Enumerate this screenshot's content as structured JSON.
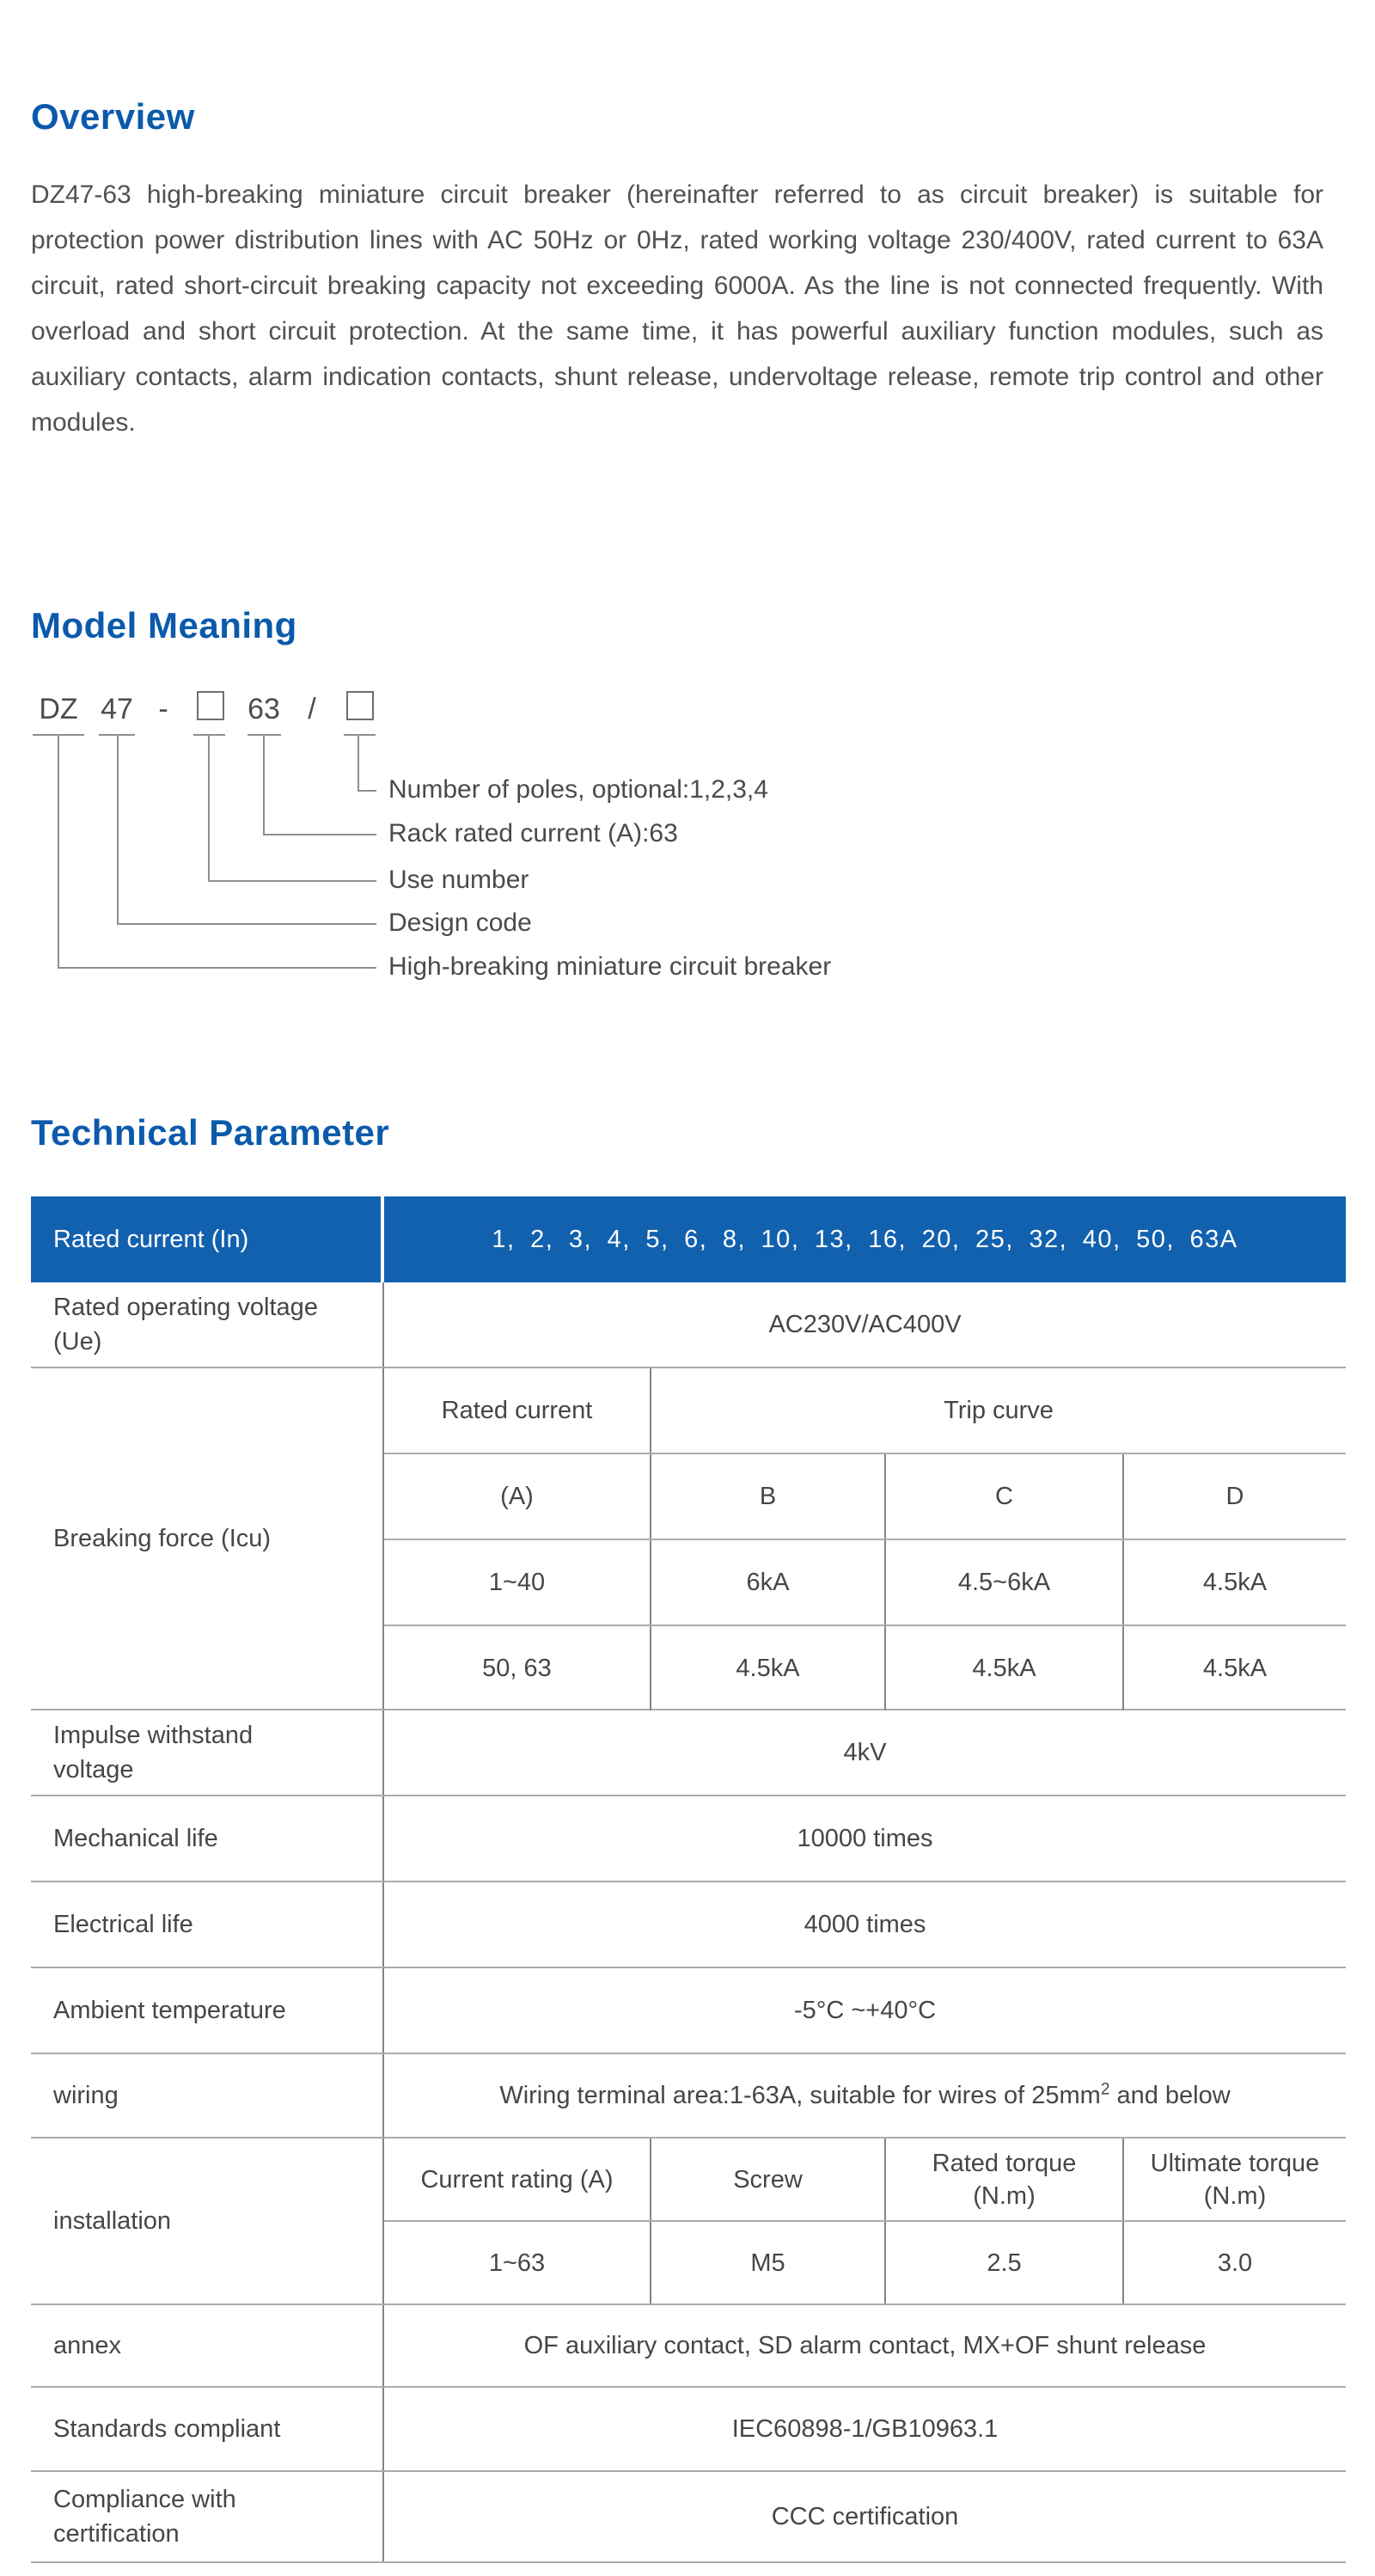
{
  "overview": {
    "heading": "Overview",
    "body": "DZ47-63 high-breaking miniature circuit breaker (hereinafter referred to as circuit breaker) is suitable for protection power distribution lines with AC 50Hz or 0Hz, rated working voltage 230/400V, rated current to 63A circuit, rated short-circuit breaking capacity not exceeding 6000A. As the line is not connected frequently. With overload and short circuit protection. At the same time, it has powerful auxiliary function modules, such as auxiliary contacts, alarm indication contacts, shunt release, undervoltage release, remote trip control and other modules."
  },
  "model_meaning": {
    "heading": "Model Meaning",
    "code": "DZ 47 - □ 63 / □",
    "tokens": {
      "t1": "DZ",
      "t2": "47",
      "t3": "-",
      "t5": "63",
      "t6": "/"
    },
    "labels": [
      "Number of poles, optional:1,2,3,4",
      "Rack rated current (A):63",
      "Use number",
      "Design code",
      "High-breaking miniature circuit breaker"
    ]
  },
  "technical_parameter": {
    "heading": "Technical Parameter",
    "colors": {
      "header_blue": "#1261ae",
      "heading_blue": "#0b5aab"
    },
    "table": {
      "header": {
        "label": "Rated current (In)",
        "value": "1、2、3、4、5、6、8、10、13、16、20、25、32、40、50、63A"
      },
      "rows": [
        {
          "label": "Rated operating voltage (Ue)",
          "value": "AC230V/AC400V"
        },
        {
          "label": "Breaking force (Icu)",
          "subtable": {
            "header": [
              "Rated current",
              "Trip curve"
            ],
            "columns": [
              "(A)",
              "B",
              "C",
              "D"
            ],
            "data": [
              [
                "1~40",
                "6kA",
                "4.5~6kA",
                "4.5kA"
              ],
              [
                "50、63",
                "4.5kA",
                "4.5kA",
                "4.5kA"
              ]
            ]
          }
        },
        {
          "label": "Impulse withstand voltage",
          "value": "4kV"
        },
        {
          "label": "Mechanical life",
          "value": "10000 times"
        },
        {
          "label": "Electrical life",
          "value": "4000 times"
        },
        {
          "label": "Ambient temperature",
          "value": "-5℃ ~+40℃"
        },
        {
          "label": "wiring",
          "value_prefix": "Wiring terminal area:1-63A, suitable for wires of 25mm",
          "value_sup": "2",
          "value_suffix": " and below"
        },
        {
          "label": "installation",
          "subtable": {
            "columns": [
              "Current rating (A)",
              "Screw",
              "Rated torque (N.m)",
              "Ultimate torque (N.m)"
            ],
            "data": [
              [
                "1~63",
                "M5",
                "2.5",
                "3.0"
              ]
            ]
          }
        },
        {
          "label": "annex",
          "value": "OF auxiliary contact, SD alarm contact, MX+OF shunt release"
        },
        {
          "label": "Standards compliant",
          "value": "IEC60898-1/GB10963.1"
        },
        {
          "label": "Compliance with certification",
          "value": "CCC certification"
        }
      ]
    }
  }
}
